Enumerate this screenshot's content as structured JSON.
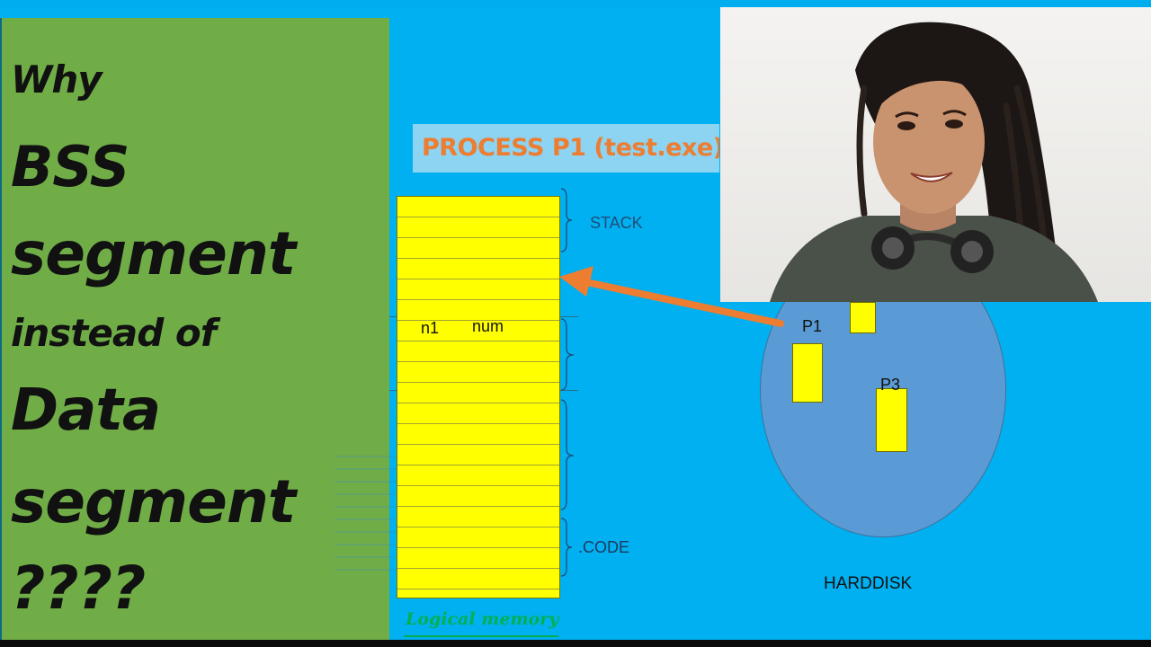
{
  "title_lines": [
    "Why",
    "BSS",
    "segment",
    "instead of",
    "Data",
    "segment",
    "????"
  ],
  "process_label": "PROCESS P1 (test.exe)",
  "memory": {
    "stack_label": "STACK",
    "code_label": ".CODE",
    "var_a": "n1",
    "var_b": "num",
    "caption": "Logical memory"
  },
  "harddisk": {
    "label": "HARDDISK",
    "p1_label": "P1",
    "p3_label": "P3"
  },
  "colors": {
    "slide_bg": "#00b0f0",
    "panel_green": "#70ad47",
    "memory_yellow": "#ffff00",
    "process_orange": "#ed7d31",
    "disk_blue": "#5b9bd5",
    "caption_green": "#00b050"
  }
}
